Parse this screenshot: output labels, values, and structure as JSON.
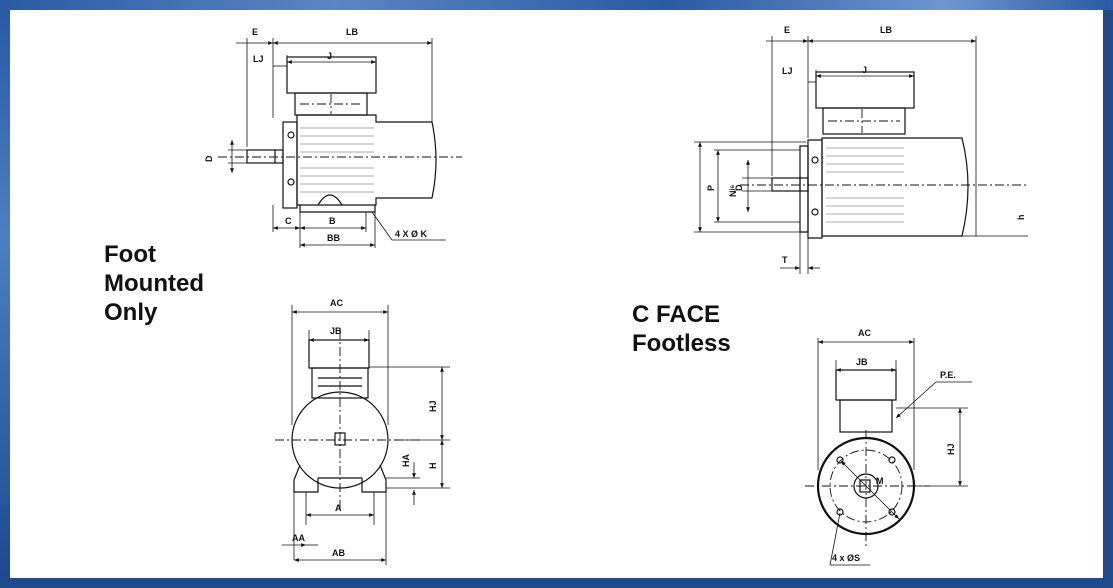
{
  "left_title": [
    "Foot",
    "Mounted",
    "Only"
  ],
  "right_title": [
    "C FACE",
    "Footless"
  ],
  "foot_side_labels": {
    "E": "E",
    "LB": "LB",
    "LJ": "LJ",
    "J": "J",
    "D": "D",
    "C": "C",
    "B": "B",
    "BB": "BB",
    "K": "4 X Ø K"
  },
  "foot_end_labels": {
    "AC": "AC",
    "JB": "JB",
    "HJ": "HJ",
    "H": "H",
    "HA": "HA",
    "A": "A",
    "AA": "AA",
    "AB": "AB"
  },
  "cface_side_labels": {
    "E": "E",
    "LB": "LB",
    "LJ": "LJ",
    "J": "J",
    "P": "P",
    "N": "Nʲ⁶",
    "D": "D",
    "T": "T",
    "h": "h"
  },
  "cface_end_labels": {
    "AC": "AC",
    "JB": "JB",
    "PE": "P.E.",
    "HJ": "HJ",
    "M": "M",
    "S": "4 x ØS"
  },
  "colors": {
    "frame": "#1e4a8c",
    "ink": "#111111",
    "background": "#ffffff"
  }
}
